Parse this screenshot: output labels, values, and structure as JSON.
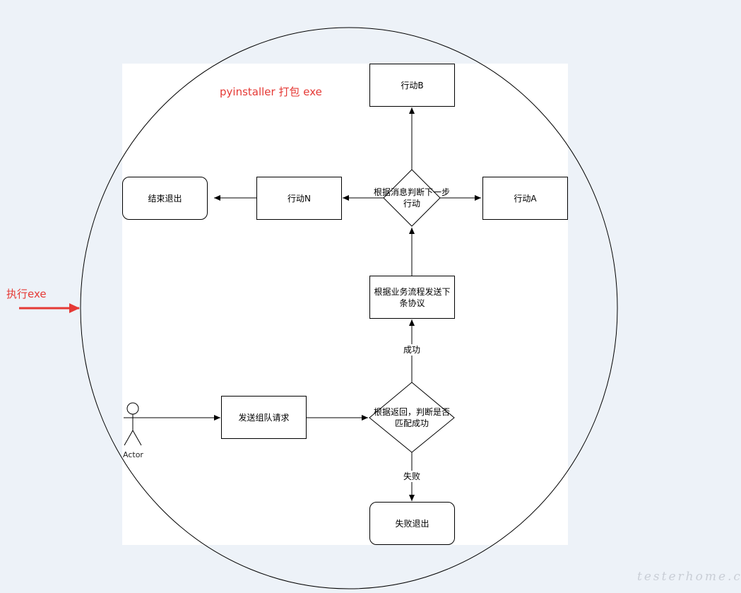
{
  "colors": {
    "background": "#edf2f8",
    "annotation": "#e53935"
  },
  "annotations": {
    "title": "pyinstaller 打包 exe",
    "execute": "执行exe"
  },
  "nodes": {
    "action_b": "行动B",
    "action_a": "行动A",
    "action_n": "行动N",
    "end_exit": "结束退出",
    "decide_next": "根据消息判断下一步行动",
    "send_protocol": "根据业务流程发送下条协议",
    "send_team_request": "发送组队请求",
    "check_match": "根据返回，判断是否匹配成功",
    "fail_exit": "失败退出"
  },
  "edges": {
    "success": "成功",
    "failure": "失败"
  },
  "actor": "Actor",
  "watermark": "testerhome.com"
}
